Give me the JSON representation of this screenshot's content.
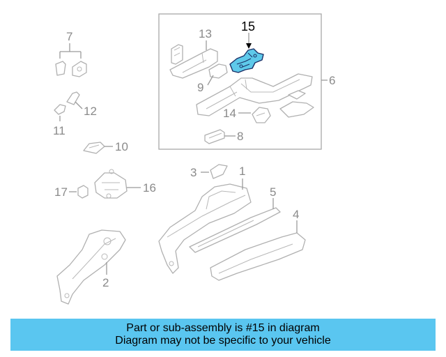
{
  "callouts": {
    "c1": "1",
    "c2": "2",
    "c3": "3",
    "c4": "4",
    "c5": "5",
    "c6": "6",
    "c7": "7",
    "c8": "8",
    "c9": "9",
    "c10": "10",
    "c11": "11",
    "c12": "12",
    "c13": "13",
    "c14": "14",
    "c15": "15",
    "c16": "16",
    "c17": "17"
  },
  "highlighted_part": "15",
  "colors": {
    "highlight_fill": "#5ec9ea",
    "highlight_stroke": "#1a2f66",
    "banner": "#5ac6f0",
    "line_art": "#b0b0b0"
  },
  "info_bar": {
    "line1": "Part or sub-assembly is #15 in diagram",
    "line2": "Diagram may not be specific to your vehicle"
  }
}
